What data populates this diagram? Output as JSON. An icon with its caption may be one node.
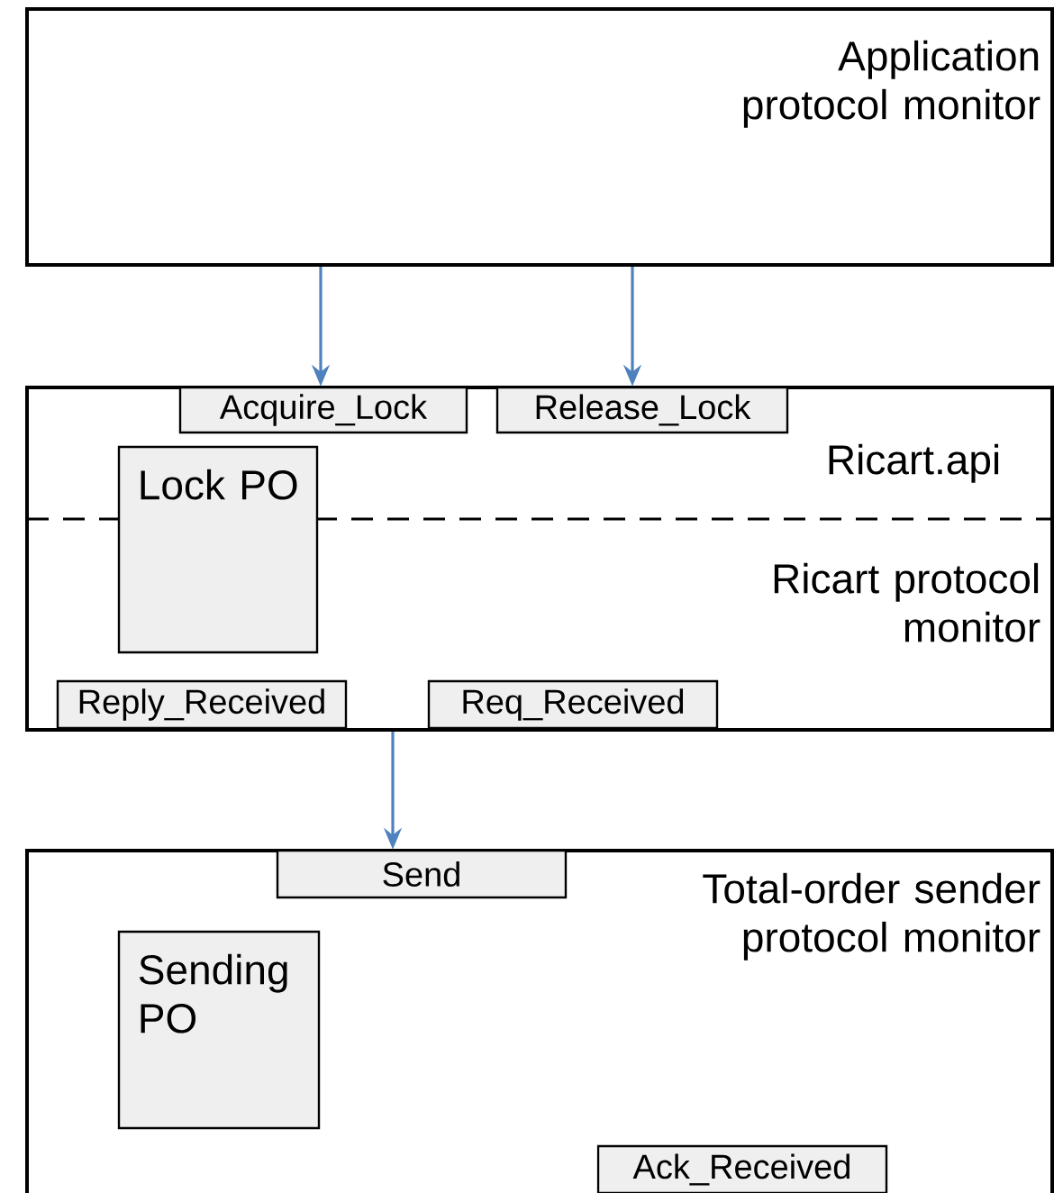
{
  "diagram": {
    "nodes": [
      {
        "text": [
          "Application protocol monitor"
        ]
      },
      {
        "text": [
          "Ricart.api",
          "Ricart protocol monitor"
        ]
      },
      {
        "text": [
          "Acquire_Lock"
        ],
        "in": 1
      },
      {
        "text": [
          "Release_Lock"
        ],
        "in": 1
      },
      {
        "text": [
          "Lock PO"
        ],
        "in": 1
      },
      {
        "text": [
          "Reply_Received"
        ],
        "in": 1
      },
      {
        "text": [
          "Req_Received"
        ],
        "in": 1
      },
      {
        "text": [
          "Total-order sender protocol monitor"
        ]
      },
      {
        "text": [
          "Send"
        ],
        "in": 7
      },
      {
        "text": [
          "Sending PO"
        ],
        "in": 7
      },
      {
        "text": [
          "Ack_Received"
        ],
        "in": 7
      }
    ],
    "edges": [
      {
        "from": 0,
        "to": 2,
        "arrow": "to"
      },
      {
        "from": 0,
        "to": 3,
        "arrow": "to"
      },
      {
        "from": 1,
        "to": 8,
        "arrow": "to"
      }
    ]
  }
}
